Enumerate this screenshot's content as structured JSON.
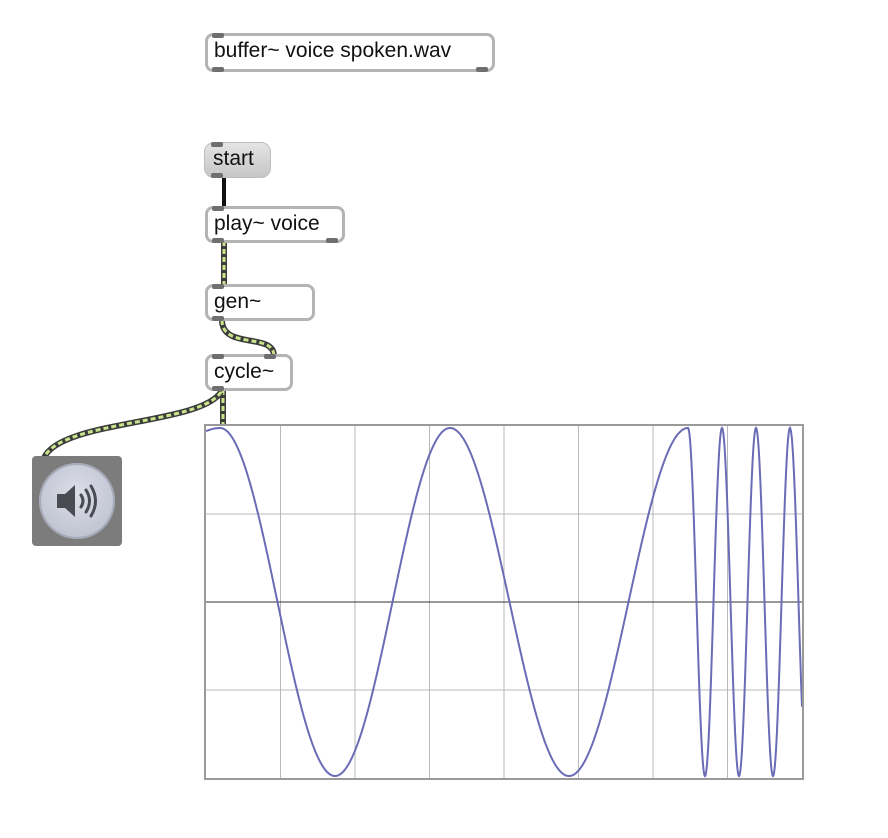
{
  "patch": {
    "buffer_box": {
      "label": "buffer~ voice spoken.wav",
      "icon": "buffer-object-icon"
    },
    "start_message": {
      "label": "start"
    },
    "play_box": {
      "label": "play~ voice"
    },
    "gen_box": {
      "label": "gen~"
    },
    "cycle_box": {
      "label": "cycle~"
    },
    "dac": {
      "icon": "speaker-icon"
    },
    "scope": {
      "signal_color": "#6b6cb6",
      "grid_color": "#b8b8b8",
      "center_line_color": "#333333",
      "grid_columns": 8,
      "grid_rows": 4
    },
    "colors": {
      "signal_cord": "#c9e48a",
      "control_cord": "#111111",
      "object_border": "#b4b4b4"
    }
  }
}
